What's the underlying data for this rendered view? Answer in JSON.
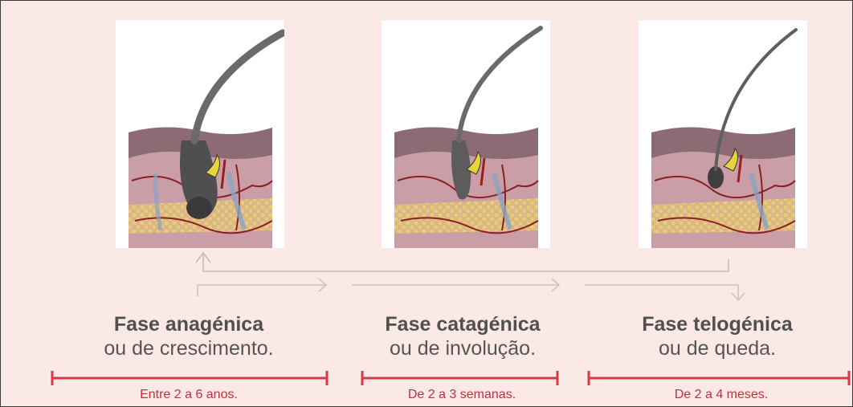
{
  "phases": [
    {
      "title": "Fase anagénica",
      "subtitle": "ou de crescimento.",
      "duration": "Entre 2 a 6 anos."
    },
    {
      "title": "Fase catagénica",
      "subtitle": "ou de involução.",
      "duration": "De 2 a 3 semanas."
    },
    {
      "title": "Fase telogénica",
      "subtitle": "ou de queda.",
      "duration": "De 2 a 4 meses."
    }
  ],
  "colors": {
    "background": "#fbe9e6",
    "timeline": "#d8384a",
    "arrow": "#b8b8b8",
    "skin_top": "#8b6a73",
    "skin_mid": "#c79ea6",
    "fat": "#e7c66a",
    "hair": "#5a5a5a",
    "gland": "#e6d43a"
  }
}
